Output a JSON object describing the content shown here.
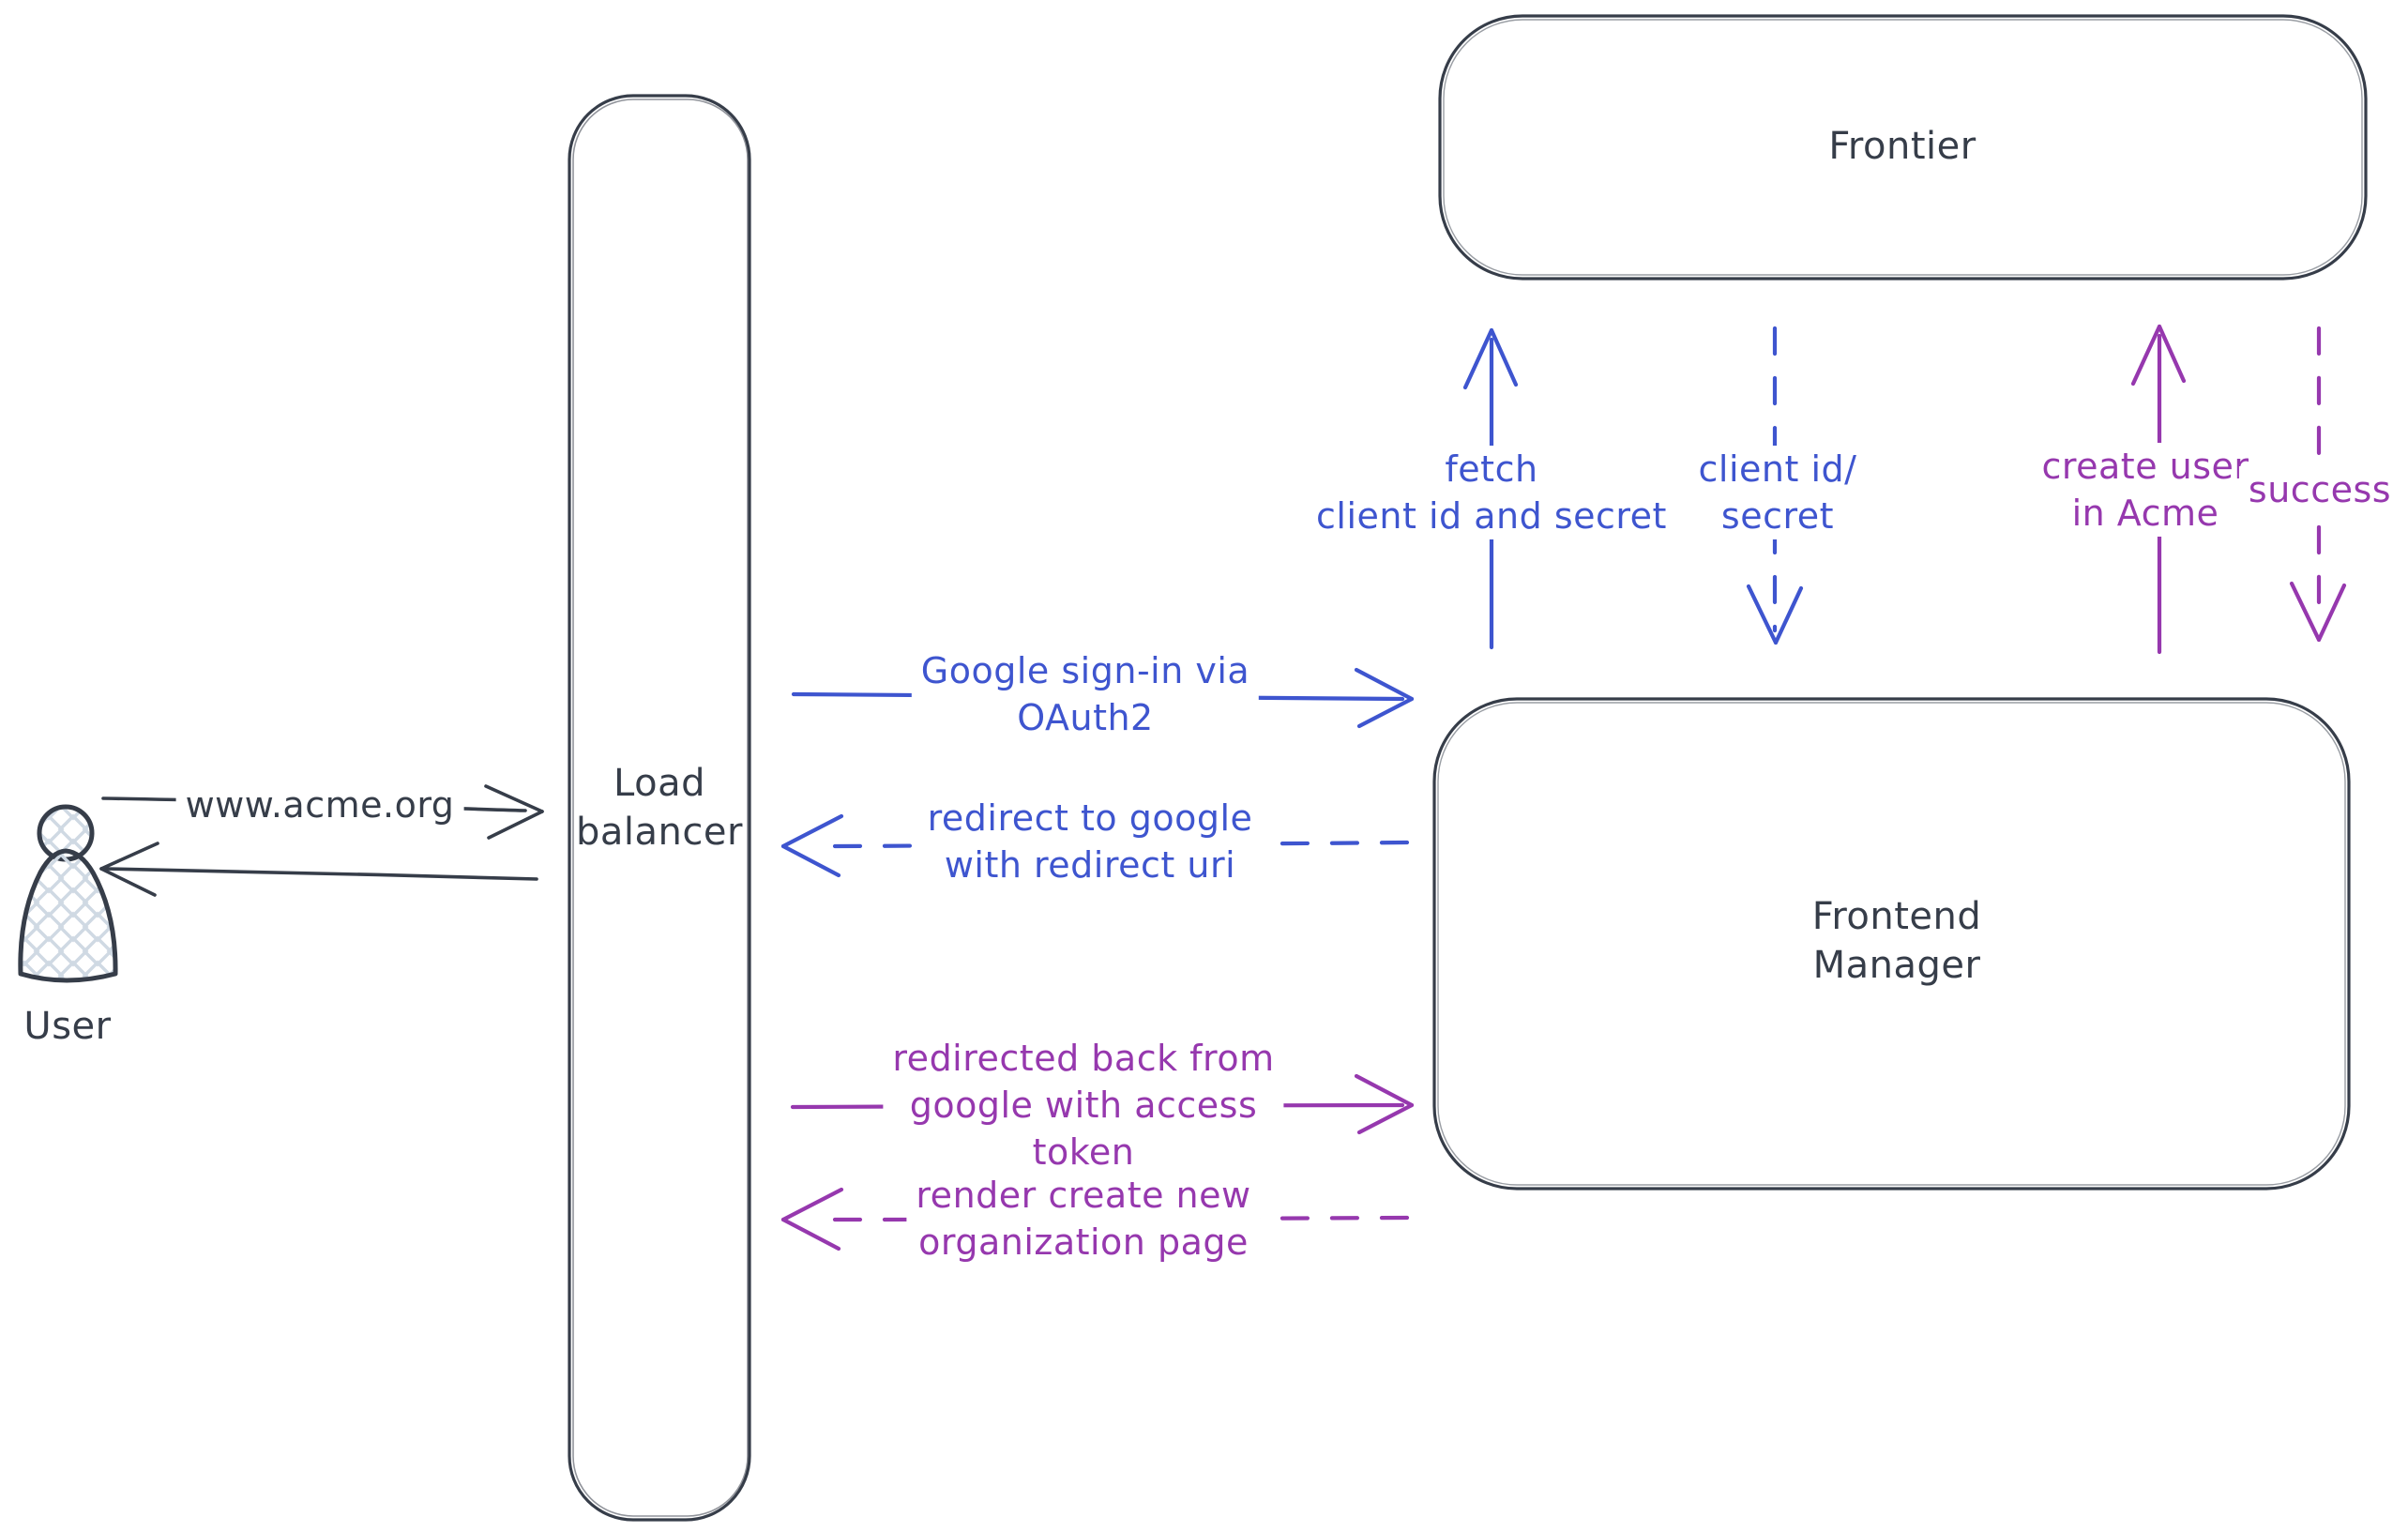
{
  "colors": {
    "background": "#ffffff",
    "ink": "#363d49",
    "blue": "#3e55cf",
    "purple": "#9638ae",
    "user_fill": "#cfd9e3"
  },
  "nodes": {
    "user": {
      "label": "User"
    },
    "load_balancer": {
      "label": "Load\nbalancer"
    },
    "frontier": {
      "label": "Frontier"
    },
    "frontend_manager": {
      "label": "Frontend\nManager"
    }
  },
  "edges": {
    "www_acme": {
      "label": "www.acme.org",
      "style": "solid",
      "color": "ink",
      "direction": "user-to-load-balancer"
    },
    "google_signin": {
      "label": "Google sign-in via\nOAuth2",
      "style": "solid",
      "color": "blue",
      "direction": "load-balancer-to-frontend-manager"
    },
    "redirect_google": {
      "label": "redirect to google\nwith redirect uri",
      "style": "dashed",
      "color": "blue",
      "direction": "frontend-manager-to-load-balancer"
    },
    "redirected_back": {
      "label": "redirected back from\ngoogle with access\ntoken",
      "style": "solid",
      "color": "purple",
      "direction": "load-balancer-to-frontend-manager"
    },
    "render_org_page": {
      "label": "render create new\norganization page",
      "style": "dashed",
      "color": "purple",
      "direction": "frontend-manager-to-load-balancer"
    },
    "fetch_client": {
      "label": "fetch\nclient id and secret",
      "style": "solid",
      "color": "blue",
      "direction": "frontend-manager-to-frontier"
    },
    "client_id_secret": {
      "label": "client id/\nsecret",
      "style": "dashed",
      "color": "blue",
      "direction": "frontier-to-frontend-manager"
    },
    "create_user": {
      "label": "create user\nin Acme",
      "style": "solid",
      "color": "purple",
      "direction": "frontend-manager-to-frontier"
    },
    "success": {
      "label": "success",
      "style": "dashed",
      "color": "purple",
      "direction": "frontier-to-frontend-manager"
    }
  }
}
